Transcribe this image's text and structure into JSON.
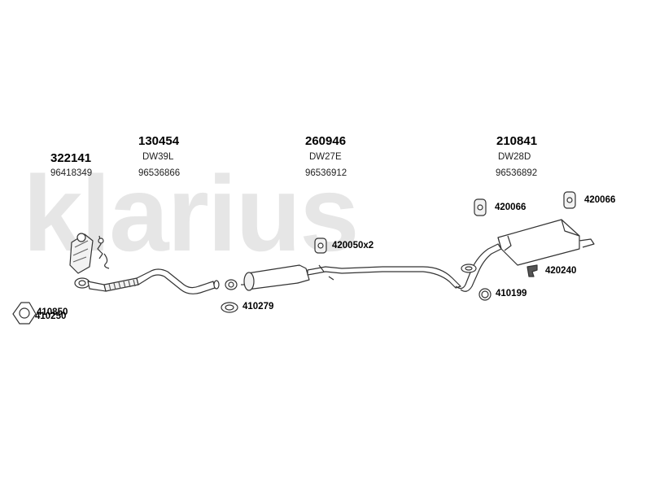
{
  "brand": {
    "watermark": "klarius"
  },
  "main_parts": [
    {
      "part_no": "322141",
      "oem": "96418349"
    },
    {
      "part_no": "130454",
      "code": "DW39L",
      "oem": "96536866"
    },
    {
      "part_no": "260946",
      "code": "DW27E",
      "oem": "96536912"
    },
    {
      "part_no": "210841",
      "code": "DW28D",
      "oem": "96536892"
    }
  ],
  "accessories": [
    {
      "label": "420066"
    },
    {
      "label": "420066"
    },
    {
      "label": "420050x2"
    },
    {
      "label": "420240"
    },
    {
      "label": "410199"
    },
    {
      "label": "410279"
    },
    {
      "label": "410250"
    },
    {
      "label": "410850"
    }
  ],
  "colors": {
    "watermark": "#e6e6e6",
    "line": "#333333",
    "fill": "#f2f2f2"
  }
}
